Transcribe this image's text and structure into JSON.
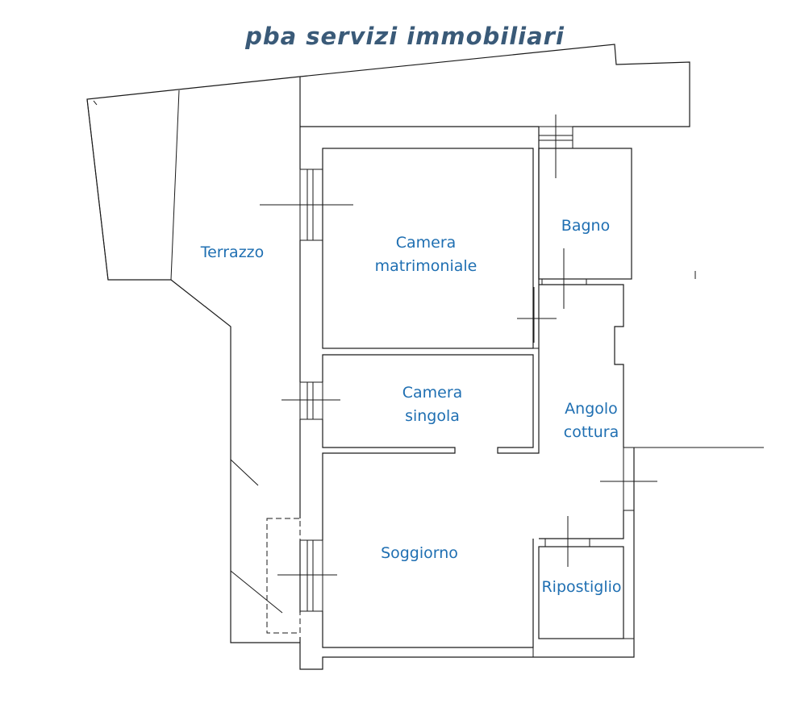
{
  "brand": {
    "logo_text": "pba servizi immobiliari"
  },
  "rooms": {
    "terrazzo": "Terrazzo",
    "camera_matrimoniale_line1": "Camera",
    "camera_matrimoniale_line2": "matrimoniale",
    "bagno": "Bagno",
    "camera_singola_line1": "Camera",
    "camera_singola_line2": "singola",
    "angolo_cottura_line1": "Angolo",
    "angolo_cottura_line2": "cottura",
    "soggiorno": "Soggiorno",
    "ripostiglio": "Ripostiglio"
  },
  "colors": {
    "label": "#1f6fb2",
    "logo": "#3a5a78",
    "wall": "#1a1a1a"
  }
}
